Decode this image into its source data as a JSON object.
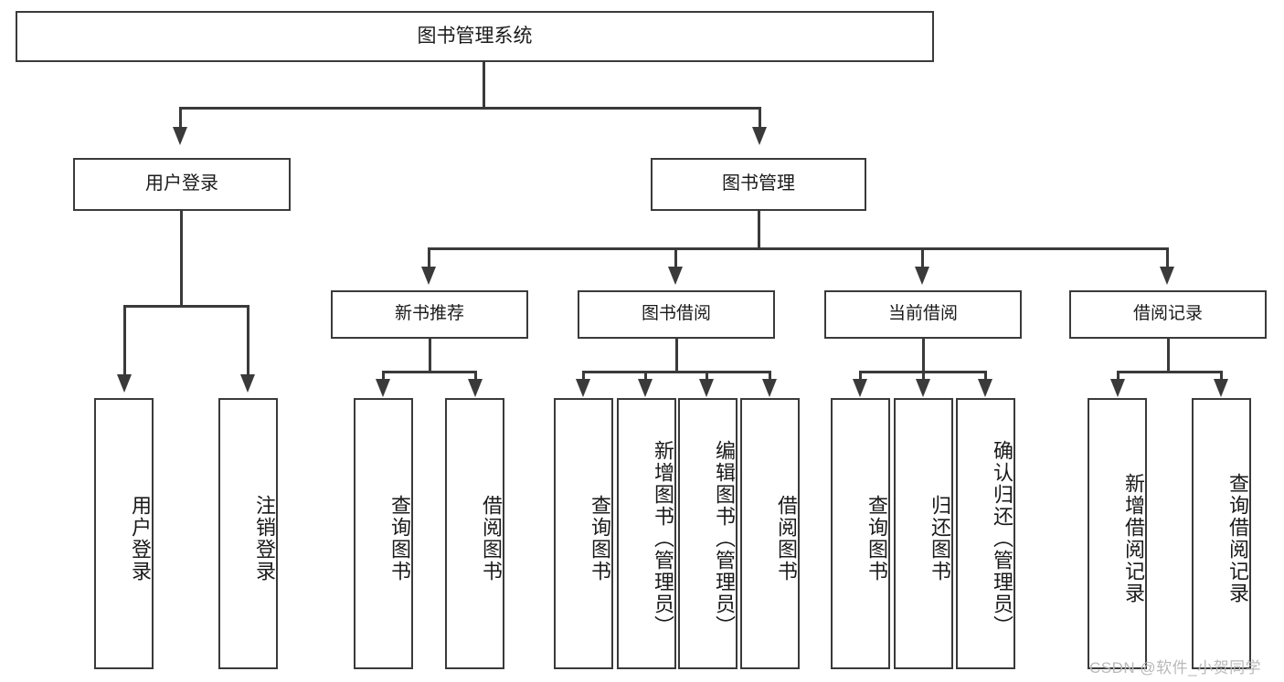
{
  "diagram": {
    "type": "tree",
    "title": "图书管理系统",
    "watermark": "CSDN @软件_小贺同学",
    "colors": {
      "stroke": "#3a3a3a",
      "fill": "#ffffff",
      "text": "#1a1a1a",
      "watermark": "#b9b9b9"
    },
    "root": {
      "label": "图书管理系统"
    },
    "level1": [
      {
        "label": "用户登录"
      },
      {
        "label": "图书管理"
      }
    ],
    "level2": [
      {
        "label": "新书推荐"
      },
      {
        "label": "图书借阅"
      },
      {
        "label": "当前借阅"
      },
      {
        "label": "借阅记录"
      }
    ],
    "leaves": {
      "user_login": [
        {
          "label": "用户登录"
        },
        {
          "label": "注销登录"
        }
      ],
      "new_book": [
        {
          "label": "查询图书"
        },
        {
          "label": "借阅图书"
        }
      ],
      "book_borrow": [
        {
          "label": "查询图书"
        },
        {
          "label": "新增图书（管理员）"
        },
        {
          "label": "编辑图书（管理员）"
        },
        {
          "label": "借阅图书"
        }
      ],
      "current_borrow": [
        {
          "label": "查询图书"
        },
        {
          "label": "归还图书"
        },
        {
          "label": "确认归还（管理员）"
        }
      ],
      "borrow_record": [
        {
          "label": "新增借阅记录"
        },
        {
          "label": "查询借阅记录"
        }
      ]
    }
  }
}
